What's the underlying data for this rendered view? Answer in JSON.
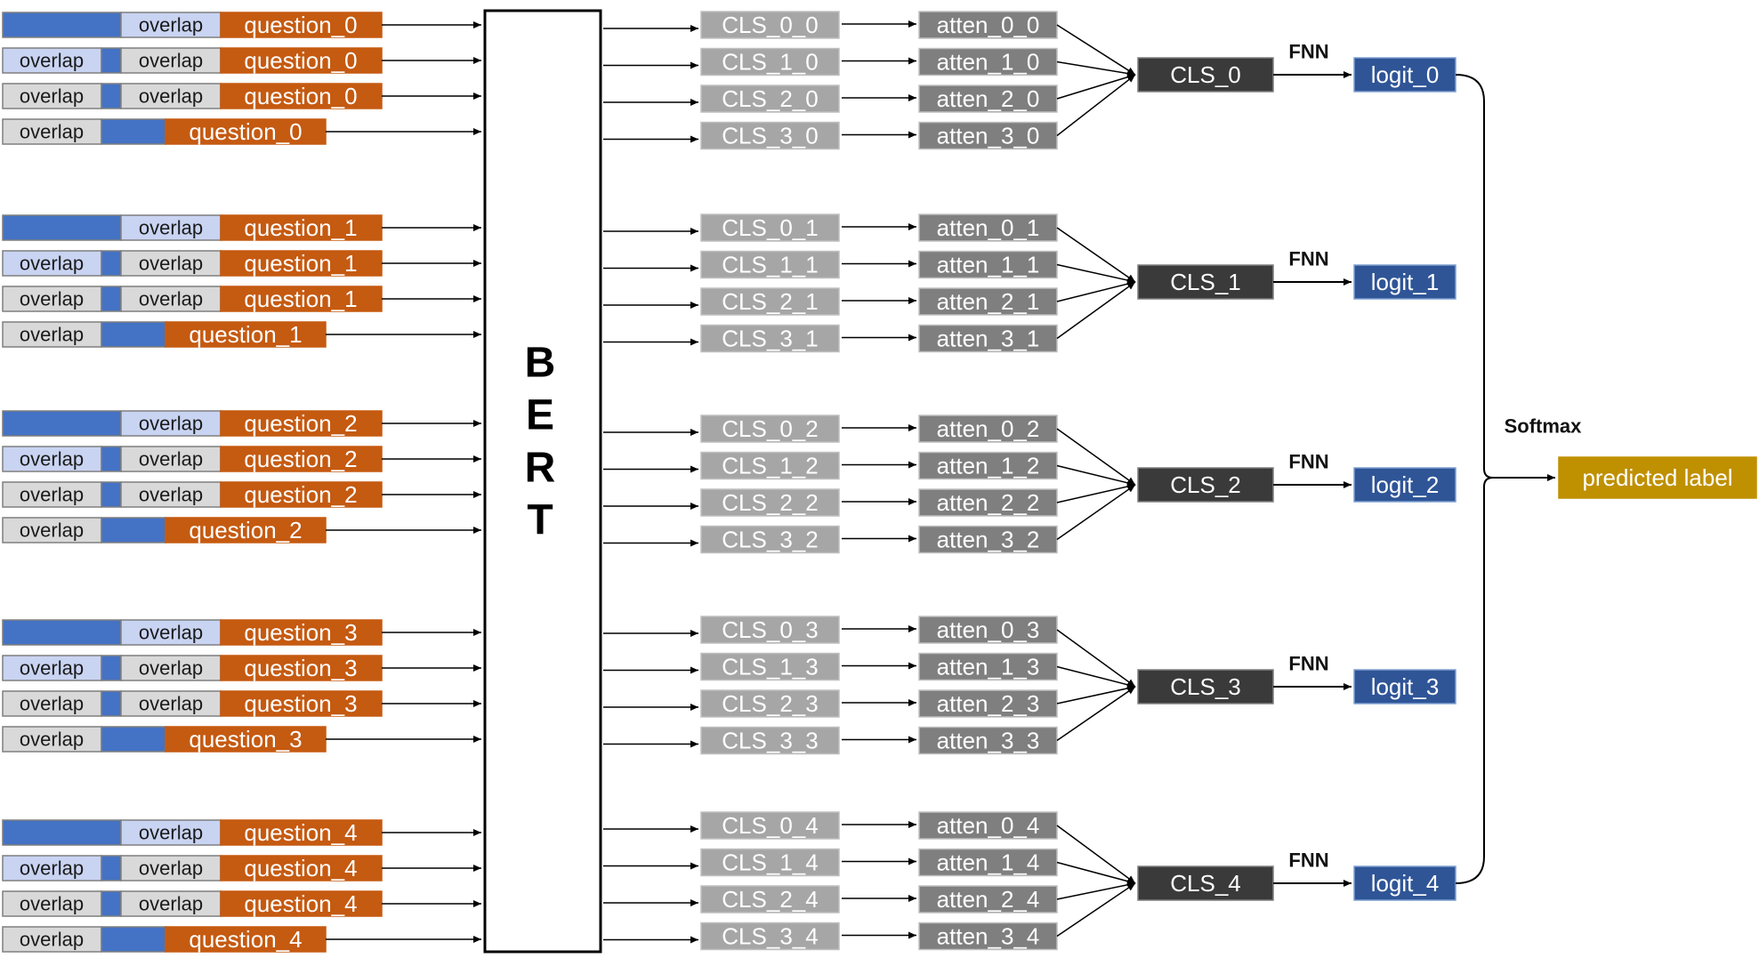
{
  "diagram": {
    "encoder_label": "BERT",
    "projection_label": "FNN",
    "merge_label": "Softmax",
    "output_label": "predicted label",
    "overlap_label": "overlap",
    "groups": [
      {
        "questions": [
          "question_0",
          "question_0",
          "question_0",
          "question_0"
        ],
        "cls_tokens": [
          "CLS_0_0",
          "CLS_1_0",
          "CLS_2_0",
          "CLS_3_0"
        ],
        "attentions": [
          "atten_0_0",
          "atten_1_0",
          "atten_2_0",
          "atten_3_0"
        ],
        "pooled": "CLS_0",
        "logit": "logit_0"
      },
      {
        "questions": [
          "question_1",
          "question_1",
          "question_1",
          "question_1"
        ],
        "cls_tokens": [
          "CLS_0_1",
          "CLS_1_1",
          "CLS_2_1",
          "CLS_3_1"
        ],
        "attentions": [
          "atten_0_1",
          "atten_1_1",
          "atten_2_1",
          "atten_3_1"
        ],
        "pooled": "CLS_1",
        "logit": "logit_1"
      },
      {
        "questions": [
          "question_2",
          "question_2",
          "question_2",
          "question_2"
        ],
        "cls_tokens": [
          "CLS_0_2",
          "CLS_1_2",
          "CLS_2_2",
          "CLS_3_2"
        ],
        "attentions": [
          "atten_0_2",
          "atten_1_2",
          "atten_2_2",
          "atten_3_2"
        ],
        "pooled": "CLS_2",
        "logit": "logit_2"
      },
      {
        "questions": [
          "question_3",
          "question_3",
          "question_3",
          "question_3"
        ],
        "cls_tokens": [
          "CLS_0_3",
          "CLS_1_3",
          "CLS_2_3",
          "CLS_3_3"
        ],
        "attentions": [
          "atten_0_3",
          "atten_1_3",
          "atten_2_3",
          "atten_3_3"
        ],
        "pooled": "CLS_3",
        "logit": "logit_3"
      },
      {
        "questions": [
          "question_4",
          "question_4",
          "question_4",
          "question_4"
        ],
        "cls_tokens": [
          "CLS_0_4",
          "CLS_1_4",
          "CLS_2_4",
          "CLS_3_4"
        ],
        "attentions": [
          "atten_0_4",
          "atten_1_4",
          "atten_2_4",
          "atten_3_4"
        ],
        "pooled": "CLS_4",
        "logit": "logit_4"
      }
    ],
    "colors": {
      "question": "#c55a11",
      "chunk_blue": "#4472c4",
      "overlap_light_blue": "#c9d4f2",
      "overlap_gray": "#d9d9d9",
      "cls_token": "#a6a6a6",
      "attention": "#7f7f7f",
      "pooled": "#3a3a3a",
      "logit": "#2f5597",
      "output": "#bf9000"
    }
  }
}
